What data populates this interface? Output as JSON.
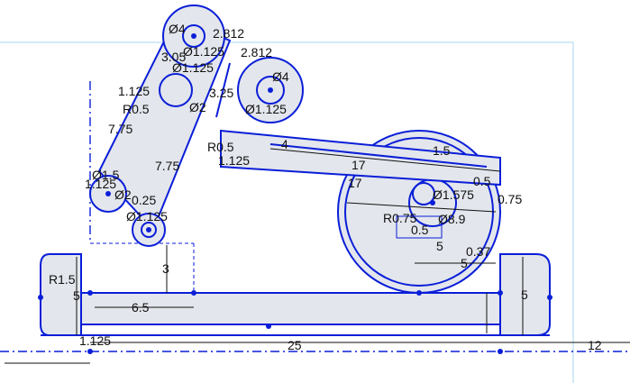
{
  "colors": {
    "sketch": "#0a1ed8",
    "fill": "#e3e6ec",
    "dimension": "#111111",
    "frame": "#a8d4f0"
  },
  "dimensions": {
    "d_2_812a": "2.812",
    "d_2_812b": "2.812",
    "d_phi4_top": "Ø4",
    "d_phi1_125_a": "Ø1.125",
    "d_3_05": "3.05",
    "d_phi1_125_b": "Ø1.125",
    "d_phi4_right": "Ø4",
    "d_1_125_a": "1.125",
    "d_3_25": "3.25",
    "d_r0_5": "R0.5",
    "d_phi2": "Ø2",
    "d_phi1_125_c": "Ø1.125",
    "d_7_75_a": "7.75",
    "d_r0_5_b": "R0.5",
    "d_4": "4",
    "d_1_125_b": "1.125",
    "d_1_5_top": "1.5",
    "d_7_75_b": "7.75",
    "d_17_a": "17",
    "d_17_b": "17",
    "d_0_5_r": "0.5",
    "d_phi1_5": "Ø1.5",
    "d_1_125_c": "1.125",
    "d_phi2_b": "Ø2",
    "d_phi1_575": "Ø1.575",
    "d_0_75": "0.75",
    "d_0_25": "0.25",
    "d_r0_75": "R0.75",
    "d_phi8_9": "Ø8.9",
    "d_phi1_125_d": "Ø1.125",
    "d_0_5_c": "0.5",
    "d_5_a": "5",
    "d_0_37": "0.37",
    "d_5_b": "5",
    "d_3": "3",
    "d_r1_5": "R1.5",
    "d_5_left": "5",
    "d_6_5": "6.5",
    "d_5_right": "5",
    "d_1_125_bot": "1.125",
    "d_25": "25",
    "d_12": "12"
  }
}
